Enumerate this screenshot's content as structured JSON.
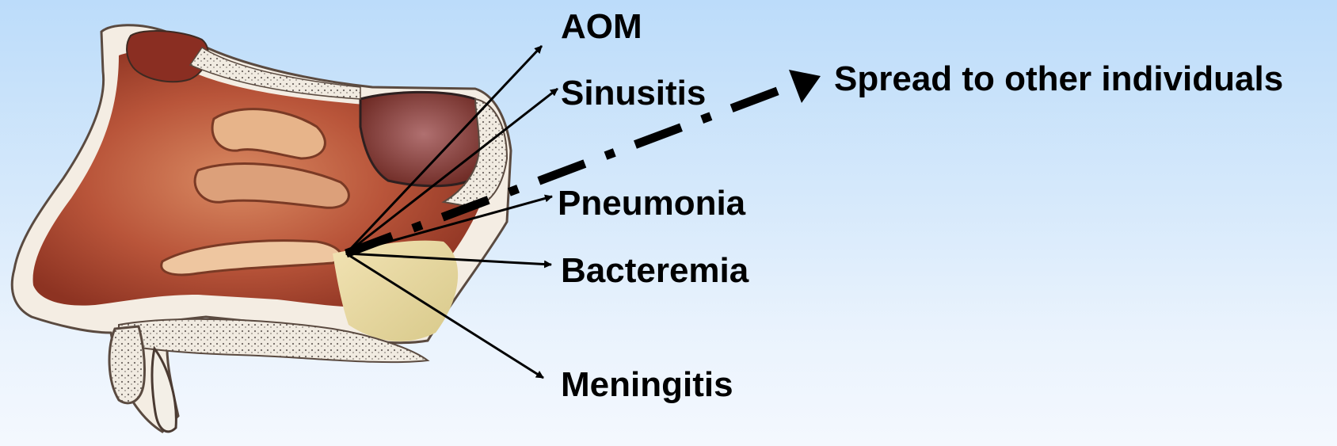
{
  "diagram": {
    "outcomes": [
      {
        "id": "aom",
        "label": "AOM"
      },
      {
        "id": "sinusitis",
        "label": "Sinusitis"
      },
      {
        "id": "pneumonia",
        "label": "Pneumonia"
      },
      {
        "id": "bacteremia",
        "label": "Bacteremia"
      },
      {
        "id": "meningitis",
        "label": "Meningitis"
      }
    ],
    "spread": {
      "label": "Spread to other individuals"
    }
  },
  "colors": {
    "background_top": "#bcdcfa",
    "background_bottom": "#f4f8fe",
    "text": "#000000",
    "tissue": "#a8442c",
    "bone": "#f3ece2"
  }
}
